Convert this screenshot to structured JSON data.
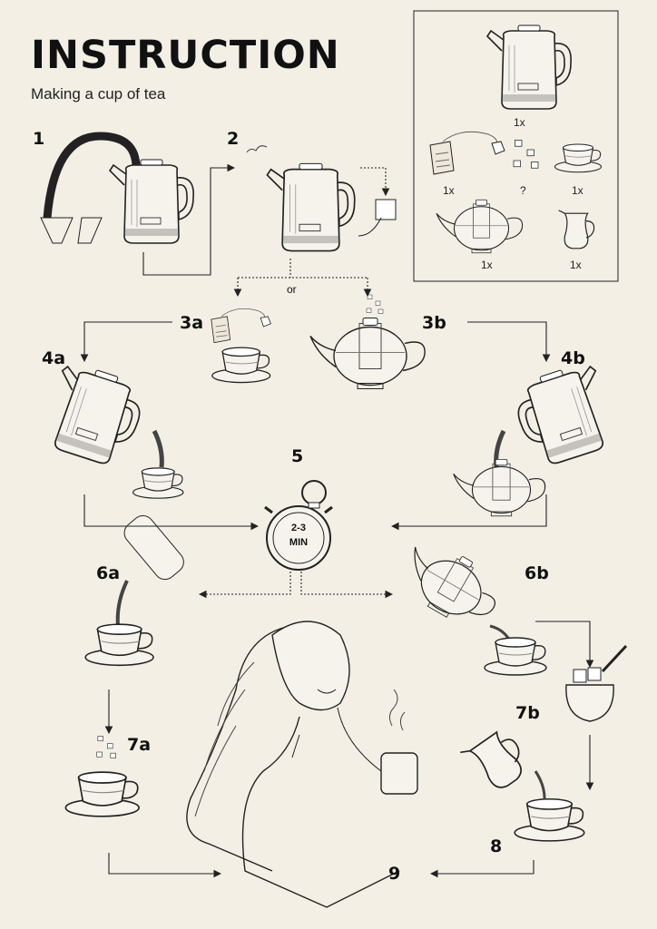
{
  "header": {
    "title": "INSTRUCTION",
    "subtitle": "Making a cup of tea"
  },
  "ingredients": {
    "kettle_qty": "1x",
    "teabag_qty": "1x",
    "sugar_qty": "?",
    "cup_qty": "1x",
    "teapot_qty": "1x",
    "milk_jug_qty": "1x"
  },
  "steps": {
    "s1": "1",
    "s2": "2",
    "s3a": "3a",
    "s3b": "3b",
    "s4a": "4a",
    "s4b": "4b",
    "s5": "5",
    "s6a": "6a",
    "s6b": "6b",
    "s7a": "7a",
    "s7b": "7b",
    "s8": "8",
    "s9": "9"
  },
  "branch_label": "or",
  "timer": {
    "line1": "2-3",
    "line2": "MIN"
  },
  "colors": {
    "background": "#f3efe5",
    "ink": "#111111"
  }
}
